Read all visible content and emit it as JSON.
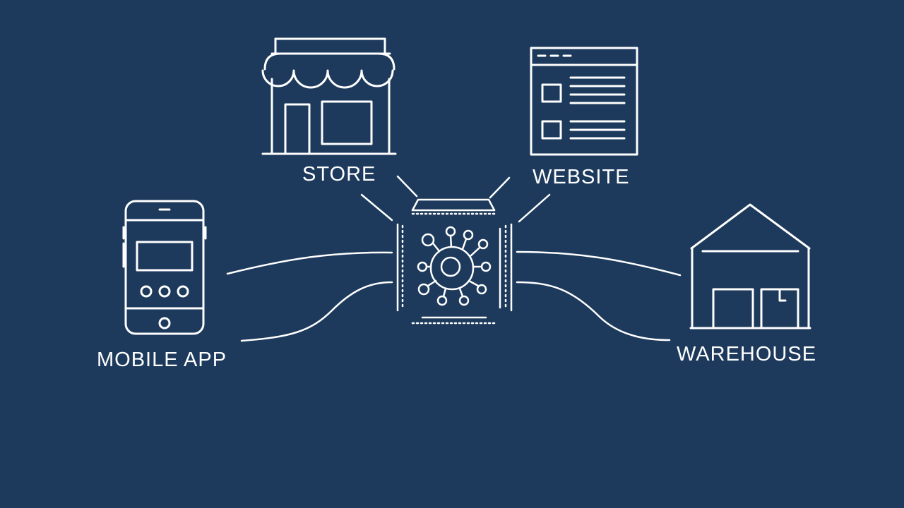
{
  "colors": {
    "background": "#1d3a5c",
    "stroke": "#ffffff"
  },
  "nodes": {
    "store": {
      "label": "STORE",
      "icon": "storefront-icon"
    },
    "website": {
      "label": "WEBSITE",
      "icon": "browser-window-icon"
    },
    "mobile_app": {
      "label": "MOBILE APP",
      "icon": "smartphone-icon"
    },
    "warehouse": {
      "label": "WAREHOUSE",
      "icon": "warehouse-icon"
    },
    "hub": {
      "icon": "central-hub-chip-icon"
    }
  }
}
